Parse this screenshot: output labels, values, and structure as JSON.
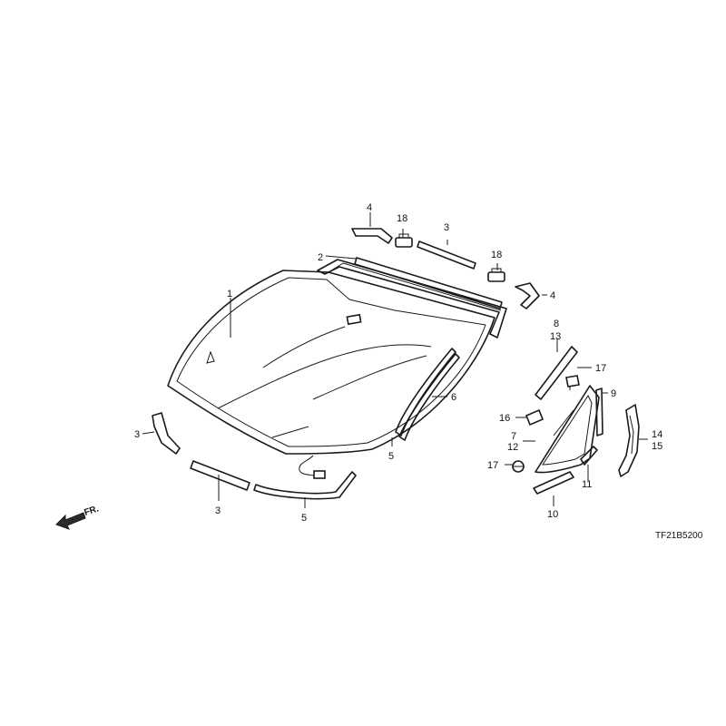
{
  "diagram_code": "TF21B5200",
  "front_indicator": "FR.",
  "callouts": [
    {
      "id": "c1",
      "text": "1"
    },
    {
      "id": "c2",
      "text": "2"
    },
    {
      "id": "c3a",
      "text": "3"
    },
    {
      "id": "c3b",
      "text": "3"
    },
    {
      "id": "c3c",
      "text": "3"
    },
    {
      "id": "c4a",
      "text": "4"
    },
    {
      "id": "c4b",
      "text": "4"
    },
    {
      "id": "c5a",
      "text": "5"
    },
    {
      "id": "c5b",
      "text": "5"
    },
    {
      "id": "c6",
      "text": "6"
    },
    {
      "id": "c7",
      "text": "7"
    },
    {
      "id": "c8",
      "text": "8"
    },
    {
      "id": "c9",
      "text": "9"
    },
    {
      "id": "c10",
      "text": "10"
    },
    {
      "id": "c11",
      "text": "11"
    },
    {
      "id": "c12",
      "text": "12"
    },
    {
      "id": "c13",
      "text": "13"
    },
    {
      "id": "c14",
      "text": "14"
    },
    {
      "id": "c15",
      "text": "15"
    },
    {
      "id": "c16",
      "text": "16"
    },
    {
      "id": "c17a",
      "text": "17"
    },
    {
      "id": "c17b",
      "text": "17"
    },
    {
      "id": "c18a",
      "text": "18"
    },
    {
      "id": "c18b",
      "text": "18"
    }
  ]
}
